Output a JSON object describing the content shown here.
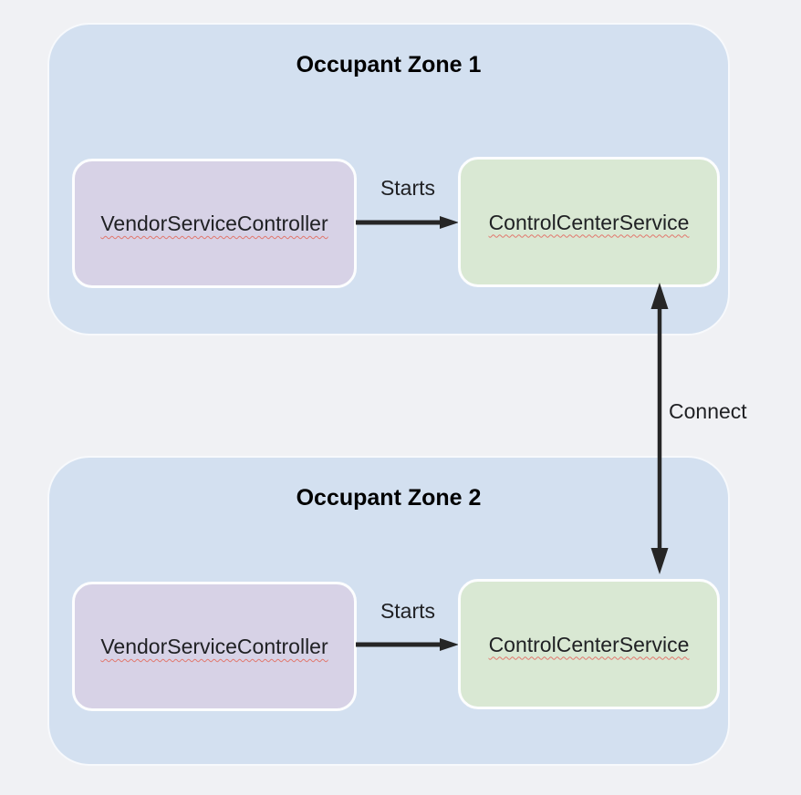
{
  "colors": {
    "background": "#f0f1f4",
    "zone_fill": "#d3e0f0",
    "vendor_fill": "#d7d2e6",
    "control_fill": "#d9e8d3",
    "box_border": "#fcfdfe",
    "arrow": "#262626",
    "text": "#202124",
    "title": "#000000",
    "squiggle": "#e2776d"
  },
  "zones": [
    {
      "title": "Occupant Zone 1",
      "vendor_label": "VendorServiceController",
      "control_label": "ControlCenterService",
      "arrow_label": "Starts"
    },
    {
      "title": "Occupant Zone 2",
      "vendor_label": "VendorServiceController",
      "control_label": "ControlCenterService",
      "arrow_label": "Starts"
    }
  ],
  "connector": {
    "label": "Connect"
  }
}
